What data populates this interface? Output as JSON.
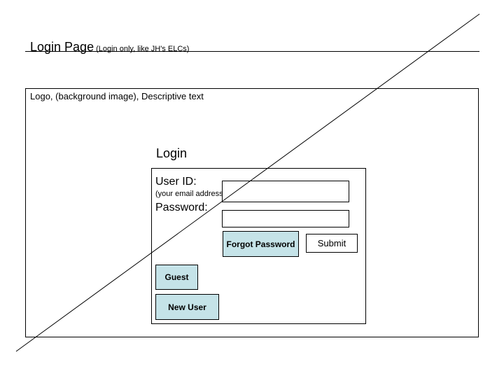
{
  "page": {
    "title": "Login Page",
    "subtitle": "(Login only, like JH's ELCs)",
    "description": "Logo, (background image), Descriptive text"
  },
  "login": {
    "heading": "Login",
    "userid_label": "User ID:",
    "userid_hint": "(your email address)",
    "userid_value": "",
    "password_label": "Password:",
    "password_value": "",
    "forgot_label": "Forgot Password",
    "submit_label": "Submit",
    "guest_label": "Guest",
    "newuser_label": "New User"
  },
  "colors": {
    "button_fill": "#c5e3e8",
    "line": "#000000",
    "background": "#ffffff"
  }
}
